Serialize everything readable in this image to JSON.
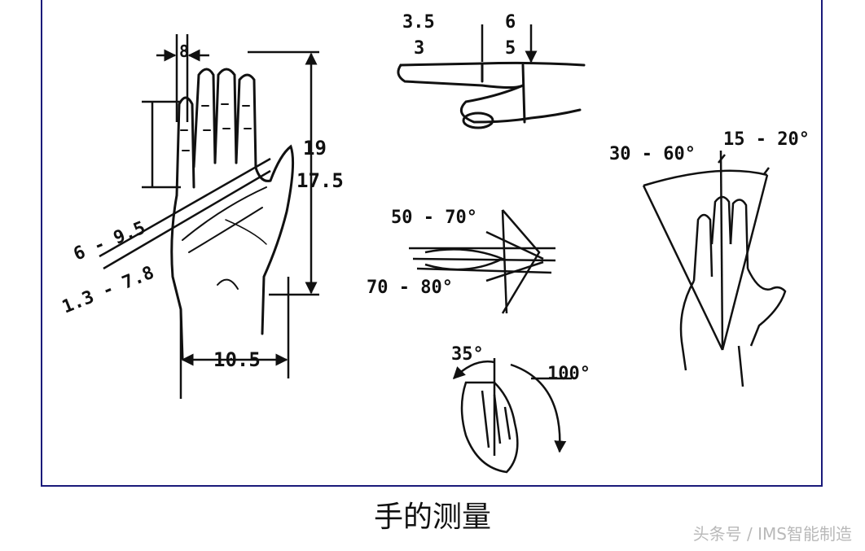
{
  "caption": "手的测量",
  "watermark": "头条号 / IMS智能制造",
  "colors": {
    "frame_border": "#1a1a7a",
    "ink": "#111111",
    "watermark": "#b9b9b9"
  },
  "hand_dims": {
    "finger_width": "8",
    "length_max": "19",
    "length_min": "17.5",
    "breadth": "10.5",
    "diag_a": "6 - 9.5",
    "diag_b": "1.3 - 7.8"
  },
  "finger_dims": {
    "a1": "3.5",
    "a2": "3",
    "b1": "6",
    "b2": "5"
  },
  "wrist_angles": {
    "upper": "50 - 70°",
    "lower": "70 - 80°"
  },
  "thumb_angles": {
    "a": "35°",
    "b": "100°"
  },
  "deviation_angles": {
    "left": "30 - 60°",
    "right": "15 - 20°"
  }
}
